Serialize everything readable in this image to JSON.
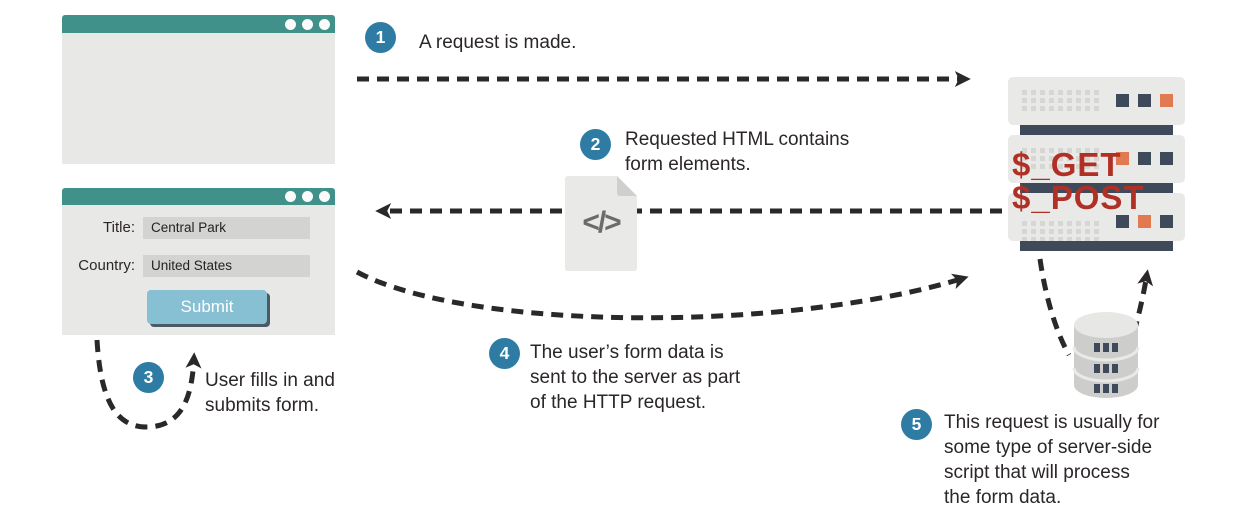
{
  "colors": {
    "teal_titlebar": "#3f918a",
    "window_body": "#e8e8e7",
    "input_bg": "#d3d3d2",
    "button_blue": "#87bfd3",
    "button_shadow": "#4c5a68",
    "badge_blue": "#2e7ca4",
    "server_navy": "#3e4a59",
    "server_orange": "#e17a50",
    "superglobal_red": "#b03025",
    "arrow_black": "#2b2829"
  },
  "windows": {
    "top": {
      "dot_count": 3
    },
    "form": {
      "fields": [
        {
          "label": "Title:",
          "value": "Central Park"
        },
        {
          "label": "Country:",
          "value": "United States"
        }
      ],
      "submit_label": "Submit"
    }
  },
  "file_icon": {
    "glyph": "</>"
  },
  "server": {
    "labels": [
      "$_GET",
      "$_POST"
    ]
  },
  "steps": [
    {
      "num": "1",
      "text": "A request is made."
    },
    {
      "num": "2",
      "text": "Requested HTML contains\nform elements."
    },
    {
      "num": "3",
      "text": "User fills in and\nsubmits form."
    },
    {
      "num": "4",
      "text": "The user’s form data is\nsent to the server as part\nof the HTTP request."
    },
    {
      "num": "5",
      "text": "This request is usually for\nsome type of server-side\nscript that will process\nthe form data."
    }
  ]
}
